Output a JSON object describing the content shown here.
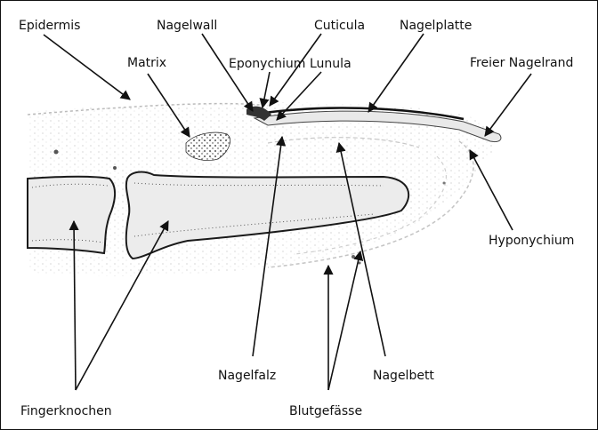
{
  "labels": {
    "epidermis": "Epidermis",
    "nagelwall": "Nagelwall",
    "cuticula": "Cuticula",
    "nagelplatte": "Nagelplatte",
    "matrix": "Matrix",
    "eponychium": "Eponychium",
    "lunula": "Lunula",
    "freier_nagelrand": "Freier Nagelrand",
    "hyponychium": "Hyponychium",
    "nagelfalz": "Nagelfalz",
    "nagelbett": "Nagelbett",
    "fingerknochen": "Fingerknochen",
    "blutgefaesse": "Blutgefässe"
  }
}
